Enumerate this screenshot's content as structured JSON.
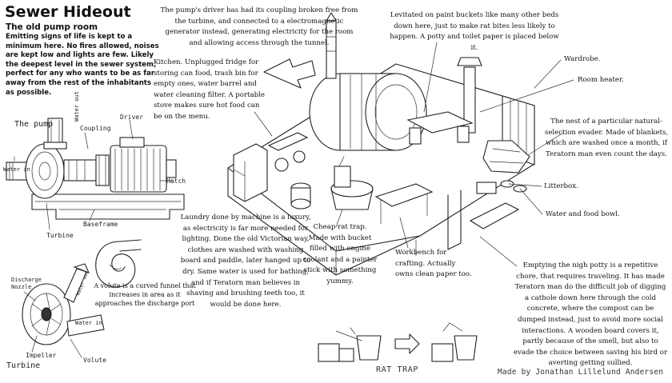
{
  "header": {
    "title": "Sewer Hideout",
    "subtitle": "The old pump room",
    "intro": "Emitting signs of life is kept to a minimum here. No fires allowed, noises are kept low and lights are few. Likely the deepest level in the sewer system, perfect for any who wants to be as far away from the rest of the inhabitants as possible."
  },
  "pump_diagram": {
    "heading": "The pump",
    "labels": {
      "water_out": "Water out",
      "coupling": "Coupling",
      "driver": "Driver",
      "water_in": "Water in",
      "hatch": "Hatch",
      "baseframe": "Baseframe",
      "turbine": "Turbine"
    }
  },
  "turbine_diagram": {
    "heading": "Turbine",
    "labels": {
      "discharge_nozzle": "Discharge Nozzle",
      "water_out": "Water out",
      "water_in": "Water in",
      "impeller": "Impeller",
      "volute": "Volute"
    },
    "volute_note": "A volute is a curved funnel that increases in area as it approaches the discharge port"
  },
  "notes": {
    "pump_driver": "The pump's driver has had its coupling broken free from the turbine, and connected to a electromagnetic generator instead, generating electricity for the room and allowing access through the tunnel.",
    "beds": "Levitated on paint buckets like many other beds down here, just to make rat bites less likely to happen. A potty and toilet paper is placed below it.",
    "kitchen": "Kitchen. Unplugged fridge for storing can food, trash bin for empty ones, water barrel and water cleaning filter. A portable stove makes sure hot food can be on the menu.",
    "wardrobe": "Wardrobe.",
    "heater": "Room heater.",
    "nest": "The nest of a particular natural-selection evader. Made of blankets, which are washed once a month, if Teratorn man even count the days.",
    "litterbox": "Litterbox.",
    "bowl": "Water and food bowl.",
    "laundry": "Laundry done by machine is a luxury, as electricity is far more needed for lighting. Done the old Victorian way, clothes are washed with washing board and paddle, later hanged up to dry. Same water is used for bathing, and if Teratorn man believes in shaving and brushing teeth too, it would be done here.",
    "rat_trap": "Cheap rat trap. Made with bucket filled with engine coolant and a painter stick with something yummy.",
    "workbench": "Workbench for crafting. Actually owns clean paper too.",
    "potty": "Emptying the nigh potty is a repetitive chore, that requires traveling. It has made Teratorn man do the difficult job of digging a cathole down here through the cold concrete, where the compost can be dumped instead, just to avoid more social interactions. A wooden board covers it, partly because of the smell, but also to evade the choice between saving his bird or averting getting sullied."
  },
  "rat_trap_sketch": {
    "label": "RAT TRAP"
  },
  "credit": "Made by Jonathan Lillelund Andersen"
}
